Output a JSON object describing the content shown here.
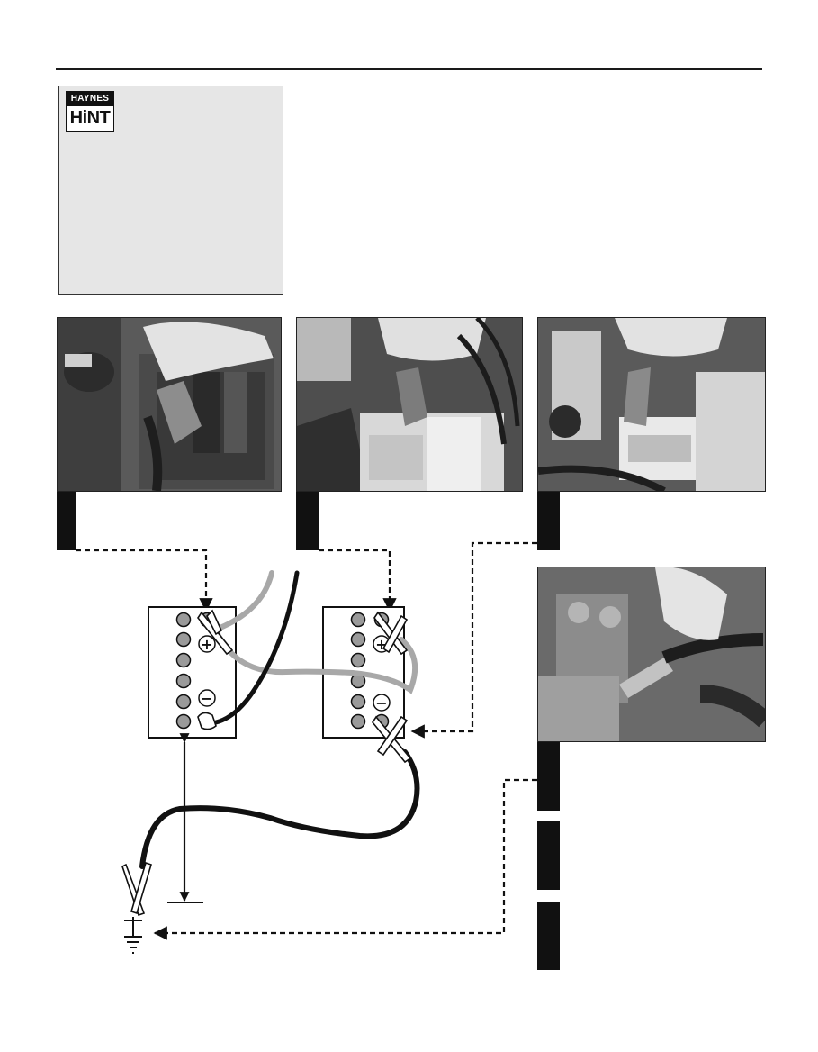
{
  "logo": {
    "top": "HAYNES",
    "bottom": "HiNT"
  },
  "battery_symbols": {
    "plus": "+",
    "minus": "−"
  },
  "photos": [
    {
      "id": "photo-1",
      "content": "hand clamping jump lead on booster battery positive terminal"
    },
    {
      "id": "photo-2",
      "content": "hand clamping jump lead on flat battery positive terminal"
    },
    {
      "id": "photo-3",
      "content": "hand clamping jump lead on booster battery negative terminal"
    },
    {
      "id": "photo-4",
      "content": "hand clamping jump lead on engine earth point"
    }
  ],
  "colors": {
    "ink": "#111111",
    "hint_bg": "#e6e6e6",
    "lead_grey": "#a8a8a8",
    "terminal": "#9a9a9a"
  }
}
